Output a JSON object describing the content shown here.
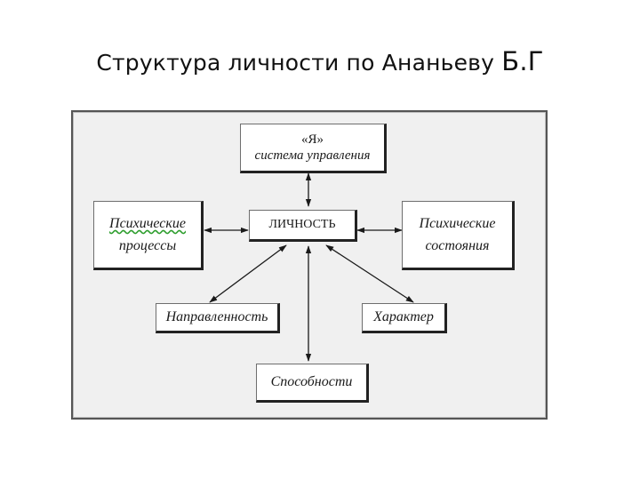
{
  "title_main": "Структура личности по Ананьеву ",
  "title_tail": "Б.Г",
  "nodes": {
    "ya": {
      "line1": "«Я»",
      "line2": "система управления"
    },
    "lichnost": {
      "label": "ЛИЧНОСТЬ"
    },
    "psych_processes": {
      "line1": "Психические",
      "line2": "процессы"
    },
    "psych_states": {
      "line1": "Психические",
      "line2": "состояния"
    },
    "napravlennost": {
      "label": "Направленность"
    },
    "harakter": {
      "label": "Характер"
    },
    "sposobnosti": {
      "label": "Способности"
    }
  },
  "colors": {
    "line": "#1a1a1a",
    "border": "#222222",
    "panel": "#f0f0f0",
    "spellcheck": "#2e9e2e"
  }
}
